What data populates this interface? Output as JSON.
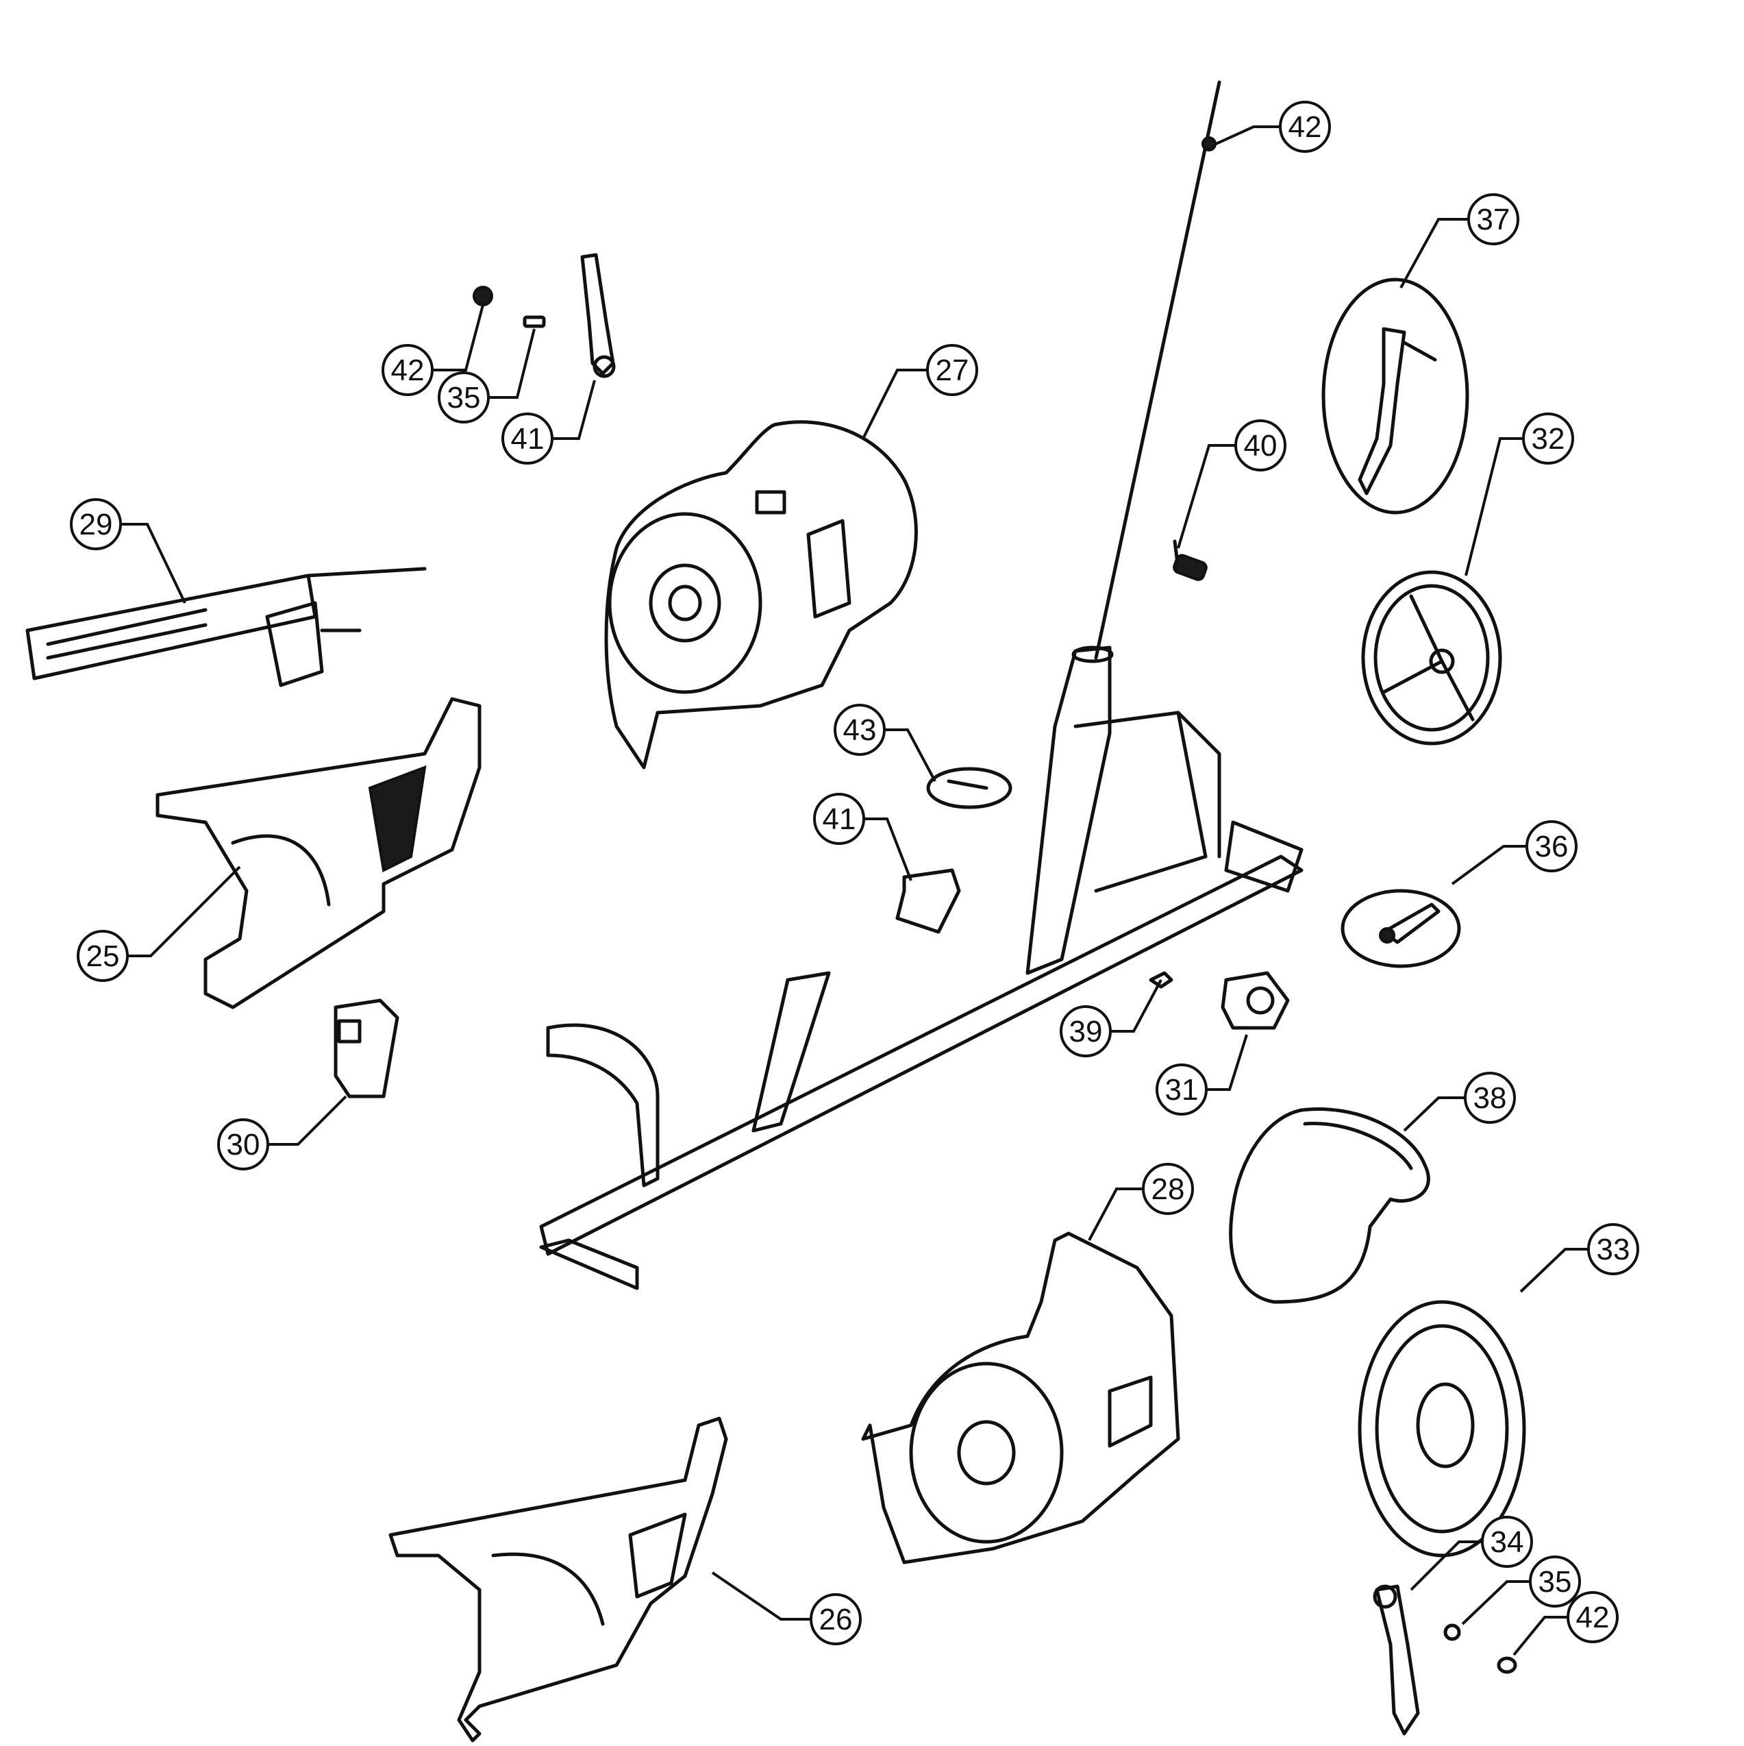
{
  "diagram": {
    "type": "exploded-parts-diagram",
    "callouts": [
      {
        "label": "42"
      },
      {
        "label": "35"
      },
      {
        "label": "41"
      },
      {
        "label": "27"
      },
      {
        "label": "42"
      },
      {
        "label": "37"
      },
      {
        "label": "40"
      },
      {
        "label": "32"
      },
      {
        "label": "29"
      },
      {
        "label": "43"
      },
      {
        "label": "41"
      },
      {
        "label": "36"
      },
      {
        "label": "25"
      },
      {
        "label": "39"
      },
      {
        "label": "31"
      },
      {
        "label": "30"
      },
      {
        "label": "38"
      },
      {
        "label": "28"
      },
      {
        "label": "33"
      },
      {
        "label": "34"
      },
      {
        "label": "35"
      },
      {
        "label": "42"
      },
      {
        "label": "26"
      }
    ]
  }
}
